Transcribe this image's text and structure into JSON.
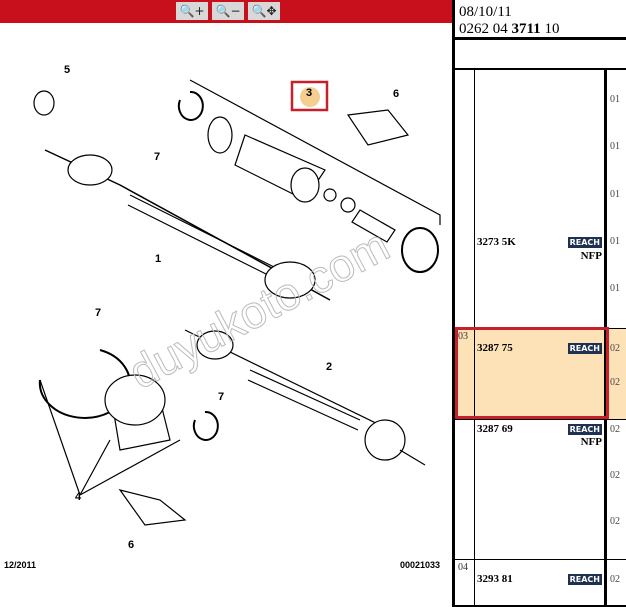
{
  "toolbar": {
    "zoom_in": "zoom-in",
    "zoom_out": "zoom-out",
    "zoom_fit": "zoom-move"
  },
  "diagram": {
    "callouts": [
      "1",
      "2",
      "3",
      "4",
      "5",
      "6",
      "7"
    ],
    "selected_callout": "3",
    "date": "12/2011",
    "ref": "00021033",
    "watermark": "duyukoto.com"
  },
  "header": {
    "date": "08/10/11",
    "code_prefix": "0262 04 ",
    "code_bold": "3711",
    "code_suffix": " 10"
  },
  "rows": [
    {
      "idx": "",
      "part": "3273 5K",
      "reach": "REACH",
      "nfp": "NFP",
      "qty": [
        "01",
        "01",
        "01",
        "01",
        "01"
      ]
    },
    {
      "idx": "03",
      "part": "3287 75",
      "reach": "REACH",
      "nfp": "",
      "qty": [
        "02",
        "02"
      ],
      "selected": true
    },
    {
      "idx": "",
      "part": "3287 69",
      "reach": "REACH",
      "nfp": "NFP",
      "qty": [
        "02",
        "02",
        "02"
      ]
    },
    {
      "idx": "04",
      "part": "3293 81",
      "reach": "REACH",
      "nfp": "",
      "qty": [
        "02"
      ]
    }
  ],
  "colors": {
    "toolbar": "#c8101c",
    "highlight": "#fde2b8",
    "selection": "#c8202a",
    "reach_badge": "#1f3150"
  }
}
